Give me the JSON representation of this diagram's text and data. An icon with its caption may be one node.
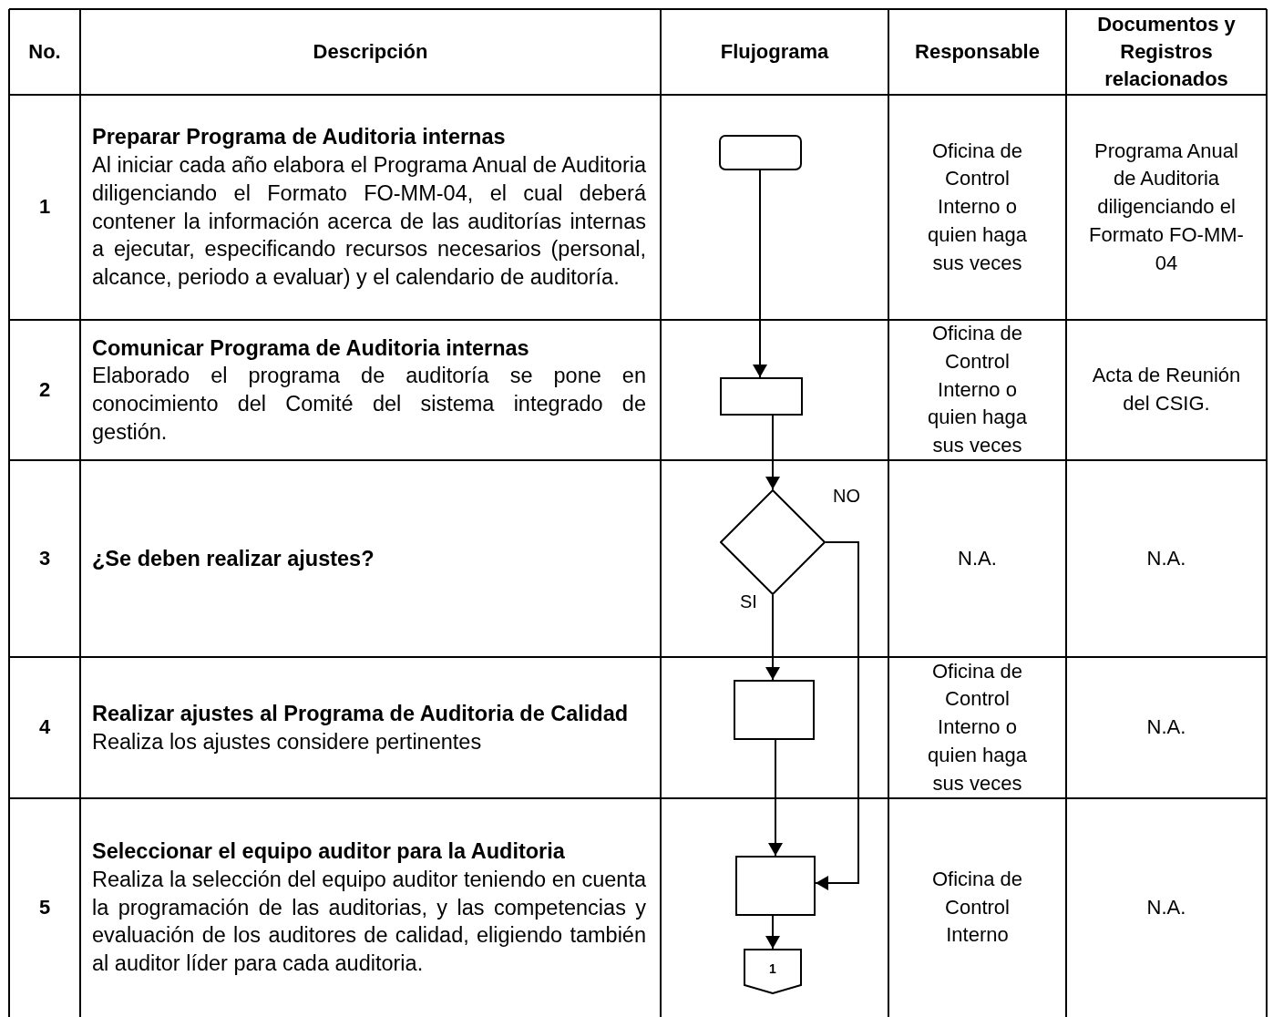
{
  "diagram": {
    "nodes": [
      {
        "text": [],
        "shape": "rounded"
      },
      {
        "text": [],
        "shape": "box"
      },
      {
        "text": [],
        "shape": "diamond"
      },
      {
        "text": [],
        "shape": "box"
      },
      {
        "text": [],
        "shape": "box"
      },
      {
        "text": [
          "1"
        ]
      }
    ],
    "edges": [
      {
        "from": 0,
        "to": 1,
        "arrow": "to"
      },
      {
        "from": 1,
        "to": 2,
        "arrow": "to"
      },
      {
        "from": 2,
        "to": 3,
        "arrow": "to",
        "label": "SI"
      },
      {
        "from": 2,
        "to": 4,
        "arrow": "to",
        "label": "NO"
      },
      {
        "from": 3,
        "to": 4,
        "arrow": "to"
      },
      {
        "from": 4,
        "to": 5,
        "arrow": "to"
      }
    ],
    "labels": [
      "No.",
      "Descripción",
      "Flujograma",
      "Responsable",
      "Documentos y Registros relacionados",
      "1",
      "Preparar Programa de Auditoria internas",
      "Al iniciar cada año elabora el Programa Anual de Auditoria diligenciando el Formato FO-MM-04, el cual deberá contener la información acerca de las auditorías internas a ejecutar, especificando recursos necesarios (personal, alcance, periodo a evaluar) y el calendario de auditoría.",
      "Oficina de Control Interno o quien haga sus veces",
      "Programa Anual de Auditoria diligenciando el Formato FO-MM-04",
      "2",
      "Comunicar Programa de Auditoria internas",
      "Elaborado el programa de auditoría se pone en conocimiento del Comité del sistema integrado de gestión.",
      "Oficina de Control Interno o quien haga sus veces",
      "Acta de Reunión del CSIG.",
      "3",
      "¿Se deben realizar ajustes?",
      "N.A.",
      "N.A.",
      "4",
      "Realizar ajustes al Programa de Auditoria de Calidad",
      "Realiza los ajustes considere pertinentes",
      "Oficina de Control Interno o quien haga sus veces",
      "N.A.",
      "5",
      "Seleccionar el equipo auditor para la Auditoria",
      "Realiza la selección del equipo auditor teniendo en cuenta la programación de las auditorias, y las competencias y evaluación de los auditores de calidad, eligiendo también al auditor líder para cada auditoria.",
      "Oficina de Control Interno",
      "N.A."
    ]
  }
}
